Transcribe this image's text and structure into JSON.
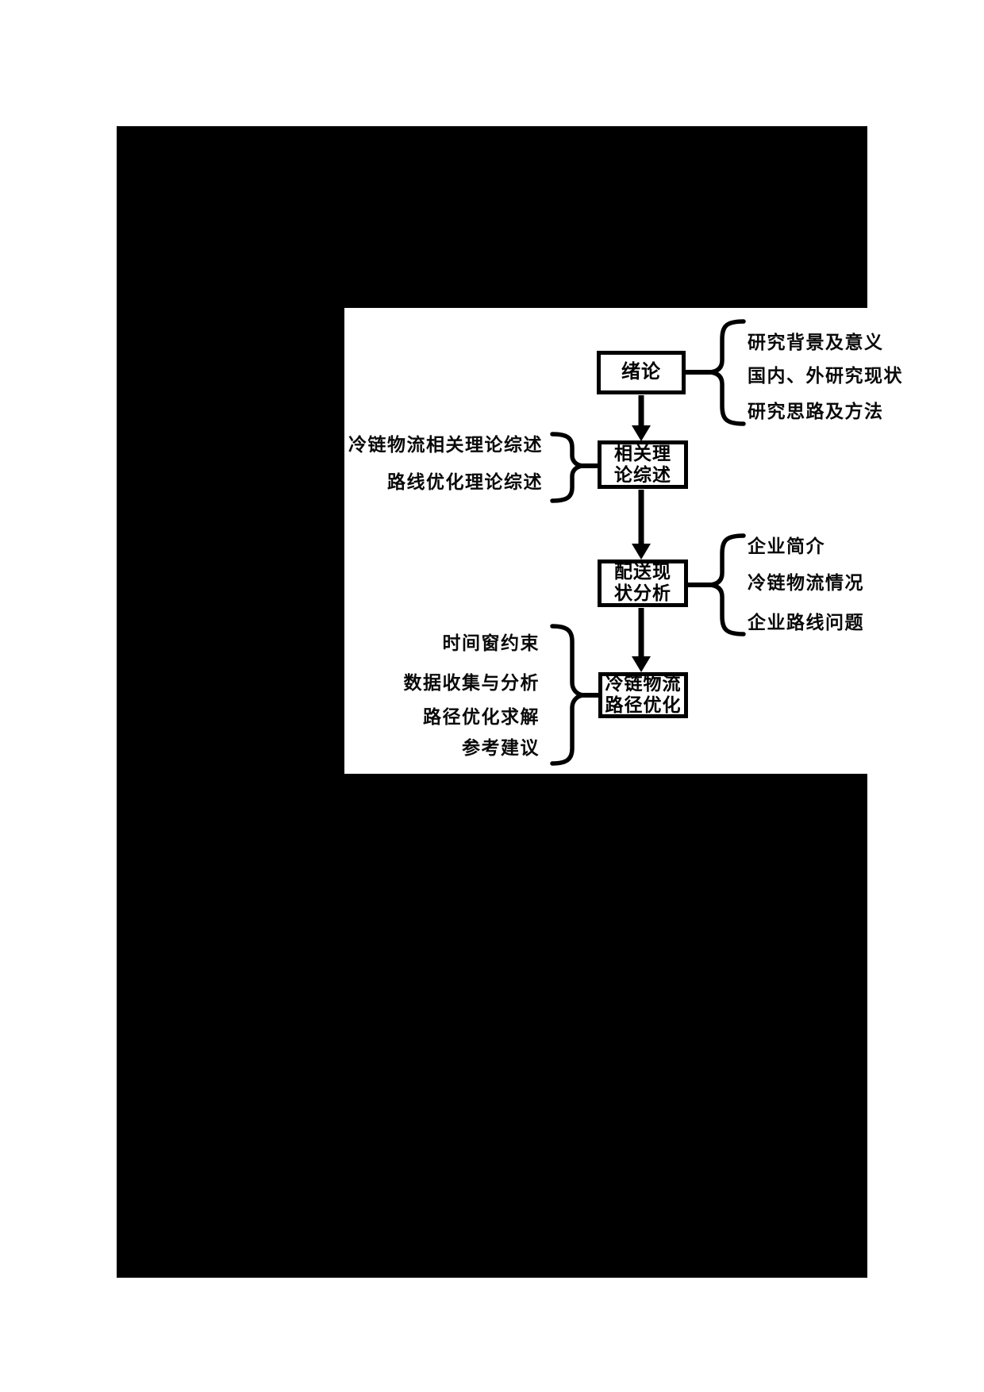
{
  "page": {
    "background_color": "#ffffff",
    "canvas_color": "#000000",
    "panel_color": "#ffffff",
    "ink_color": "#000000"
  },
  "diagram": {
    "type": "flowchart",
    "boxes": [
      {
        "id": "box-1",
        "label_lines": [
          "绪论"
        ]
      },
      {
        "id": "box-2",
        "label_lines": [
          "相关理",
          "论综述"
        ]
      },
      {
        "id": "box-3",
        "label_lines": [
          "配送现",
          "状分析"
        ]
      },
      {
        "id": "box-4",
        "label_lines": [
          "冷链物流",
          "路径优化"
        ]
      }
    ],
    "arrows": [
      {
        "from": "box-1",
        "to": "box-2"
      },
      {
        "from": "box-2",
        "to": "box-3"
      },
      {
        "from": "box-3",
        "to": "box-4"
      }
    ],
    "right_groups": [
      {
        "attached_to": "box-1",
        "items": [
          "研究背景及意义",
          "国内、外研究现状",
          "研究思路及方法"
        ]
      },
      {
        "attached_to": "box-3",
        "items": [
          "企业简介",
          "冷链物流情况",
          "企业路线问题"
        ]
      }
    ],
    "left_groups": [
      {
        "attached_to": "box-2",
        "items": [
          "冷链物流相关理论综述",
          "路线优化理论综述"
        ]
      },
      {
        "attached_to": "box-4",
        "items": [
          "时间窗约束",
          "数据收集与分析",
          "路径优化求解",
          "参考建议"
        ]
      }
    ]
  }
}
